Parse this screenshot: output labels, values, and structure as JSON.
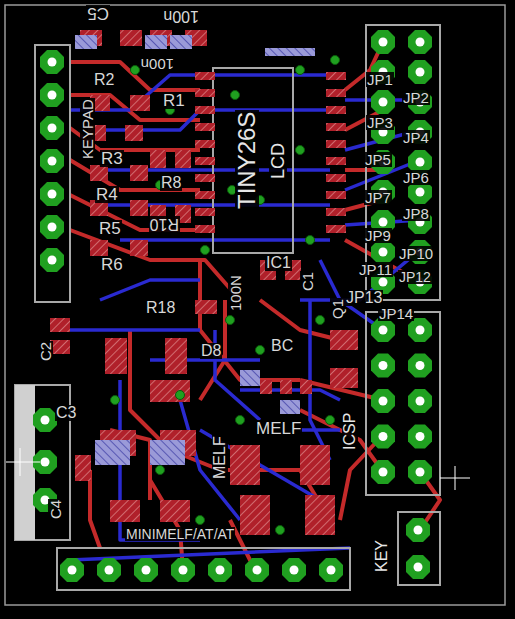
{
  "diagram": {
    "nodes": [
      {
        "text": [
          "TINY26S",
          "LCD"
        ]
      },
      {
        "text": [
          "ICSP"
        ]
      },
      {
        "text": [
          "KEY"
        ]
      }
    ],
    "labels": [
      "C5",
      "100n",
      "100n",
      "R1",
      "R2",
      "R3",
      "R4",
      "R5",
      "R6",
      "R8",
      "R10",
      "R18",
      "KEYPAD",
      "D8",
      "BC",
      "100N",
      "C1",
      "IC1",
      "MELF",
      "MELF",
      "MINIMELF/AT/AT",
      "C3",
      "C2",
      "C4",
      "Q1",
      "JP1",
      "JP2",
      "JP3",
      "JP4",
      "JP5",
      "JP6",
      "JP7",
      "JP8",
      "JP9",
      "JP10",
      "JP11",
      "JP12",
      "JP13",
      "JP14"
    ]
  }
}
